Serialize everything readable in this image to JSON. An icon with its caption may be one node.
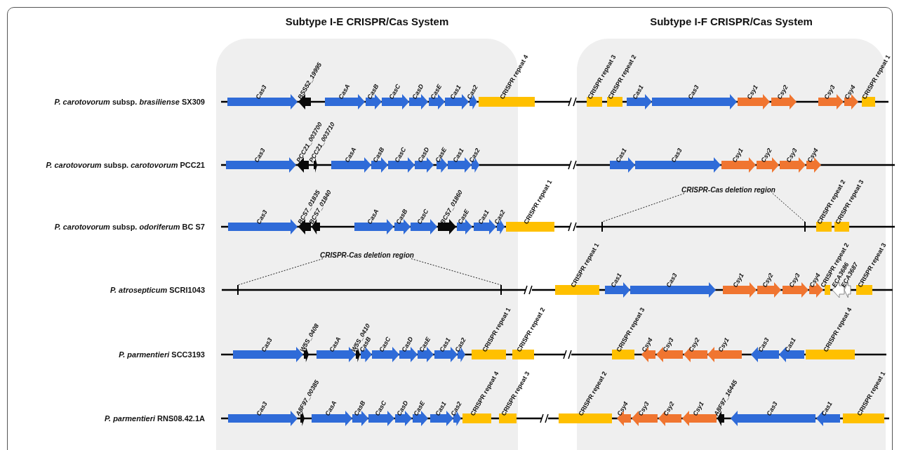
{
  "diagram": {
    "nodes": [
      {
        "text": [
          "Subtype I-E CRISPR/Cas System"
        ]
      },
      {
        "text": [
          "Subtype I-F CRISPR/Cas System"
        ]
      },
      {
        "text": [
          "Cas3"
        ],
        "in": 0
      },
      {
        "text": [
          "BSS52_19995"
        ],
        "in": 0
      },
      {
        "text": [
          "CasA"
        ],
        "in": 0
      },
      {
        "text": [
          "CasB"
        ],
        "in": 0
      },
      {
        "text": [
          "CasC"
        ],
        "in": 0
      },
      {
        "text": [
          "CasD"
        ],
        "in": 0
      },
      {
        "text": [
          "CasE"
        ],
        "in": 0
      },
      {
        "text": [
          "Cas1"
        ],
        "in": 0
      },
      {
        "text": [
          "Cas2"
        ],
        "in": 0
      },
      {
        "text": [
          "CRISPR repeat 4"
        ]
      },
      {
        "text": [
          "CRISPR repeat 3"
        ],
        "in": 1
      },
      {
        "text": [
          "CRISPR repeat 2"
        ],
        "in": 1
      },
      {
        "text": [
          "Cas1"
        ],
        "in": 1
      },
      {
        "text": [
          "Cas3"
        ],
        "in": 1
      },
      {
        "text": [
          "Csy1"
        ],
        "in": 1
      },
      {
        "text": [
          "Csy2"
        ],
        "in": 1
      },
      {
        "text": [
          "Csy3"
        ],
        "in": 1
      },
      {
        "text": [
          "Csy4"
        ],
        "in": 1
      },
      {
        "text": [
          "CRISPR repeat 1"
        ],
        "in": 1
      },
      {
        "text": [
          "Cas3"
        ],
        "in": 0
      },
      {
        "text": [
          "PCC21_003700"
        ],
        "in": 0
      },
      {
        "text": [
          "PCC21_003710"
        ],
        "in": 0
      },
      {
        "text": [
          "CasA"
        ],
        "in": 0
      },
      {
        "text": [
          "CasB"
        ],
        "in": 0
      },
      {
        "text": [
          "CasC"
        ],
        "in": 0
      },
      {
        "text": [
          "CasD"
        ],
        "in": 0
      },
      {
        "text": [
          "CasE"
        ],
        "in": 0
      },
      {
        "text": [
          "Cas1"
        ],
        "in": 0
      },
      {
        "text": [
          "Cas2"
        ],
        "in": 0
      },
      {
        "text": [
          "Cas1"
        ],
        "in": 1
      },
      {
        "text": [
          "Cas3"
        ],
        "in": 1
      },
      {
        "text": [
          "Csy1"
        ],
        "in": 1
      },
      {
        "text": [
          "Csy2"
        ],
        "in": 1
      },
      {
        "text": [
          "Csy3"
        ],
        "in": 1
      },
      {
        "text": [
          "Csy4"
        ],
        "in": 1
      },
      {
        "text": [
          "Cas3"
        ],
        "in": 0
      },
      {
        "text": [
          "BCS7_01835"
        ],
        "in": 0
      },
      {
        "text": [
          "BCS7_01840"
        ],
        "in": 0
      },
      {
        "text": [
          "CasA"
        ],
        "in": 0
      },
      {
        "text": [
          "CasB"
        ],
        "in": 0
      },
      {
        "text": [
          "CasC"
        ],
        "in": 0
      },
      {
        "text": [
          "BCS7_01860"
        ],
        "in": 0
      },
      {
        "text": [
          "CasE"
        ],
        "in": 0
      },
      {
        "text": [
          "Cas1"
        ],
        "in": 0
      },
      {
        "text": [
          "Cas2"
        ],
        "in": 0
      },
      {
        "text": [
          "CRISPR repeat 1"
        ]
      },
      {
        "text": [
          "CRISPR-Cas deletion region"
        ],
        "in": 1
      },
      {
        "text": [],
        "shape": "bar",
        "in": 1
      },
      {
        "text": [],
        "shape": "bar",
        "in": 1
      },
      {
        "text": [
          "CRISPR repeat 2"
        ],
        "in": 1
      },
      {
        "text": [
          "CRISPR repeat 3"
        ],
        "in": 1
      },
      {
        "text": [
          "CRISPR-Cas deletion region"
        ],
        "in": 0
      },
      {
        "text": [],
        "shape": "bar",
        "in": 0
      },
      {
        "text": [],
        "shape": "bar",
        "in": 0
      },
      {
        "text": [
          "CRISPR repeat 1"
        ]
      },
      {
        "text": [
          "Cas1"
        ],
        "in": 1
      },
      {
        "text": [
          "Cas3"
        ],
        "in": 1
      },
      {
        "text": [
          "Csy1"
        ],
        "in": 1
      },
      {
        "text": [
          "Csy2"
        ],
        "in": 1
      },
      {
        "text": [
          "Csy3"
        ],
        "in": 1
      },
      {
        "text": [
          "Csy4"
        ],
        "in": 1
      },
      {
        "text": [
          "CRISPR repeat 2"
        ],
        "in": 1
      },
      {
        "text": [
          "ECA3686"
        ],
        "in": 1
      },
      {
        "text": [
          "ECA3687"
        ],
        "in": 1
      },
      {
        "text": [
          "CRISPR repeat 3"
        ],
        "in": 1
      },
      {
        "text": [
          "Cas3"
        ],
        "in": 0
      },
      {
        "text": [
          "W5S_0408"
        ],
        "in": 0
      },
      {
        "text": [
          "CasA"
        ],
        "in": 0
      },
      {
        "text": [
          "W5S_0410"
        ],
        "in": 0
      },
      {
        "text": [
          "CasB"
        ],
        "in": 0
      },
      {
        "text": [
          "CasC"
        ],
        "in": 0
      },
      {
        "text": [
          "CasD"
        ],
        "in": 0
      },
      {
        "text": [
          "CasE"
        ],
        "in": 0
      },
      {
        "text": [
          "Cas1"
        ],
        "in": 0
      },
      {
        "text": [
          "Cas2"
        ],
        "in": 0
      },
      {
        "text": [
          "CRISPR repeat 1"
        ],
        "in": 0
      },
      {
        "text": [
          "CRISPR repeat 2"
        ]
      },
      {
        "text": [
          "CRISPR repeat 3"
        ],
        "in": 1
      },
      {
        "text": [
          "Csy4"
        ],
        "in": 1
      },
      {
        "text": [
          "Csy3"
        ],
        "in": 1
      },
      {
        "text": [
          "Csy2"
        ],
        "in": 1
      },
      {
        "text": [
          "Csy1"
        ],
        "in": 1
      },
      {
        "text": [
          "Cas3"
        ],
        "in": 1
      },
      {
        "text": [
          "Cas1"
        ],
        "in": 1
      },
      {
        "text": [
          "CRISPR repeat 4"
        ],
        "in": 1
      },
      {
        "text": [
          "Cas3"
        ],
        "in": 0
      },
      {
        "text": [
          "A8F97_00385"
        ],
        "in": 0
      },
      {
        "text": [
          "CasA"
        ],
        "in": 0
      },
      {
        "text": [
          "CasB"
        ],
        "in": 0
      },
      {
        "text": [
          "CasC"
        ],
        "in": 0
      },
      {
        "text": [
          "CasD"
        ],
        "in": 0
      },
      {
        "text": [
          "CasE"
        ],
        "in": 0
      },
      {
        "text": [
          "Cas1"
        ],
        "in": 0
      },
      {
        "text": [
          "Cas2"
        ],
        "in": 0
      },
      {
        "text": [
          "CRISPR repeat 4"
        ],
        "in": 0
      },
      {
        "text": [
          "CRISPR repeat 3"
        ],
        "in": 0
      },
      {
        "text": [
          "CRISPR repeat 2"
        ]
      },
      {
        "text": [
          "Csy4"
        ],
        "in": 1
      },
      {
        "text": [
          "Csy3"
        ],
        "in": 1
      },
      {
        "text": [
          "Csy2"
        ],
        "in": 1
      },
      {
        "text": [
          "Csy1"
        ],
        "in": 1
      },
      {
        "text": [
          "A8F97_16445"
        ],
        "in": 1
      },
      {
        "text": [
          "Cas3"
        ],
        "in": 1
      },
      {
        "text": [
          "Cas1"
        ],
        "in": 1
      },
      {
        "text": [
          "CRISPR repeat 1"
        ],
        "in": 1
      }
    ],
    "edges": [
      {
        "from": 48,
        "to": 49,
        "arrow": "none",
        "style": "dashed"
      },
      {
        "from": 48,
        "to": 50,
        "arrow": "none",
        "style": "dashed"
      },
      {
        "from": 53,
        "to": 54,
        "arrow": "none",
        "style": "dashed"
      },
      {
        "from": 53,
        "to": 55,
        "arrow": "none",
        "style": "dashed"
      }
    ],
    "labels": [
      "*P. carotovorum* subsp. *brasiliense* SX309",
      "*P. carotovorum* subsp. *carotovorum* PCC21",
      "*P. carotovorum* subsp. *odoriferum* BC S7",
      "*P. atrosepticum* SCRI1043",
      "*P. parmentieri* SCC3193",
      "*P. parmentieri* RNS08.42.1A"
    ]
  }
}
